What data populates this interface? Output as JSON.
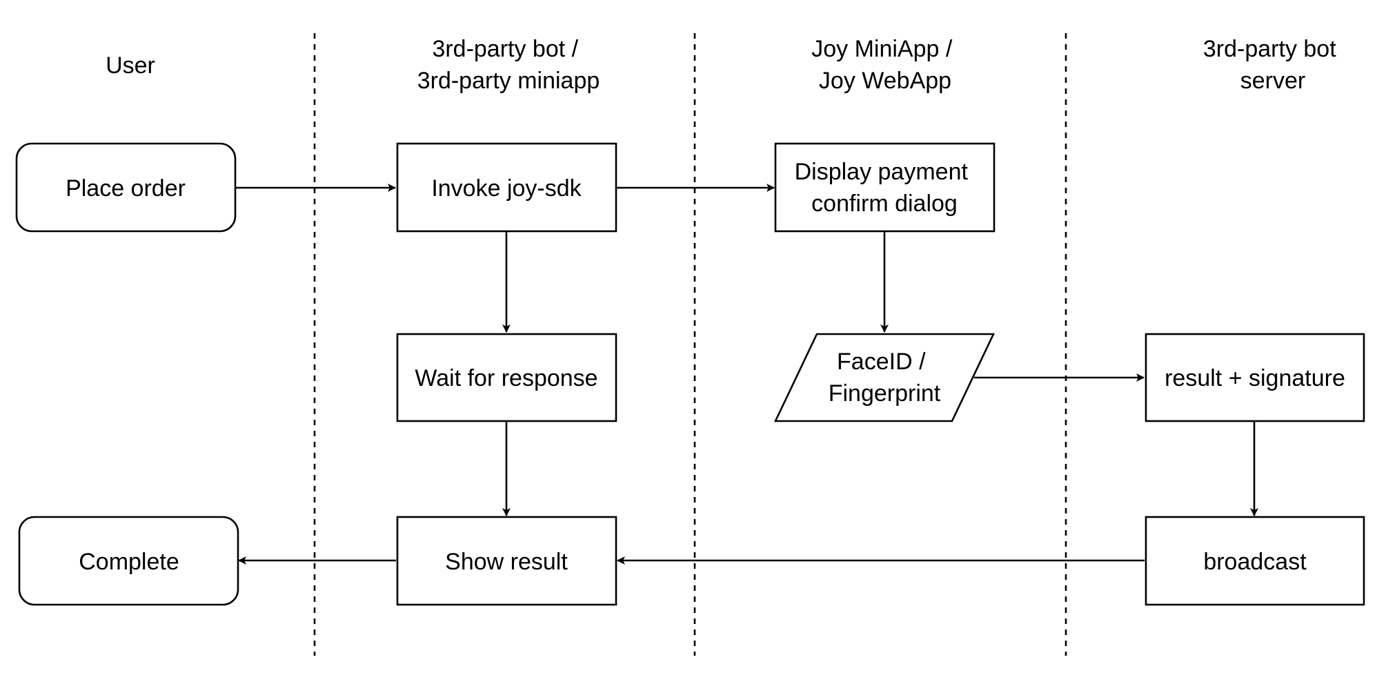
{
  "lanes": {
    "user": [
      "User"
    ],
    "bot_app": [
      "3rd-party bot /",
      "3rd-party miniapp"
    ],
    "joy_app": [
      "Joy MiniApp /",
      "Joy WebApp"
    ],
    "bot_server": [
      "3rd-party bot",
      "server"
    ]
  },
  "nodes": {
    "place_order": [
      "Place order"
    ],
    "invoke_sdk": [
      "Invoke joy-sdk"
    ],
    "display_confirm": [
      "Display payment",
      "confirm dialog"
    ],
    "wait_response": [
      "Wait for response"
    ],
    "biometric": [
      "FaceID /",
      "Fingerprint"
    ],
    "result_signature": [
      "result + signature"
    ],
    "complete": [
      "Complete"
    ],
    "show_result": [
      "Show result"
    ],
    "broadcast": [
      "broadcast"
    ]
  },
  "colors": {
    "stroke": "#000000",
    "background": "#ffffff"
  }
}
